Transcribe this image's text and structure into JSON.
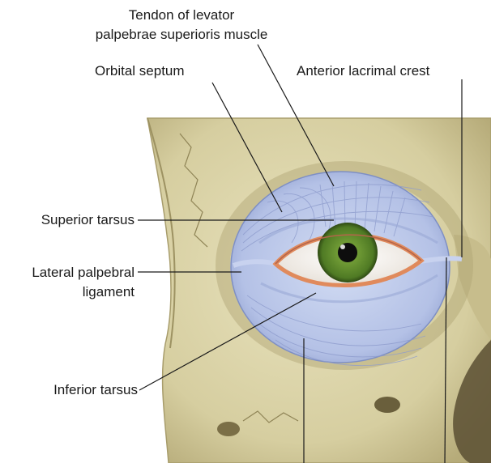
{
  "labels": {
    "tendon_line1": "Tendon of levator",
    "tendon_line2": "palpebrae superioris muscle",
    "orbital_septum": "Orbital septum",
    "anterior_lacrimal_crest": "Anterior lacrimal crest",
    "superior_tarsus": "Superior tarsus",
    "lateral_palpebral_line1": "Lateral palpebral",
    "lateral_palpebral_line2": "ligament",
    "inferior_tarsus": "Inferior tarsus"
  },
  "colors": {
    "bone": "#d9d2a6",
    "bone_shadow": "#b8ae7e",
    "septum": "#b8c4e6",
    "iris": "#5d8a2e",
    "lid_margin": "#e08a5c"
  }
}
